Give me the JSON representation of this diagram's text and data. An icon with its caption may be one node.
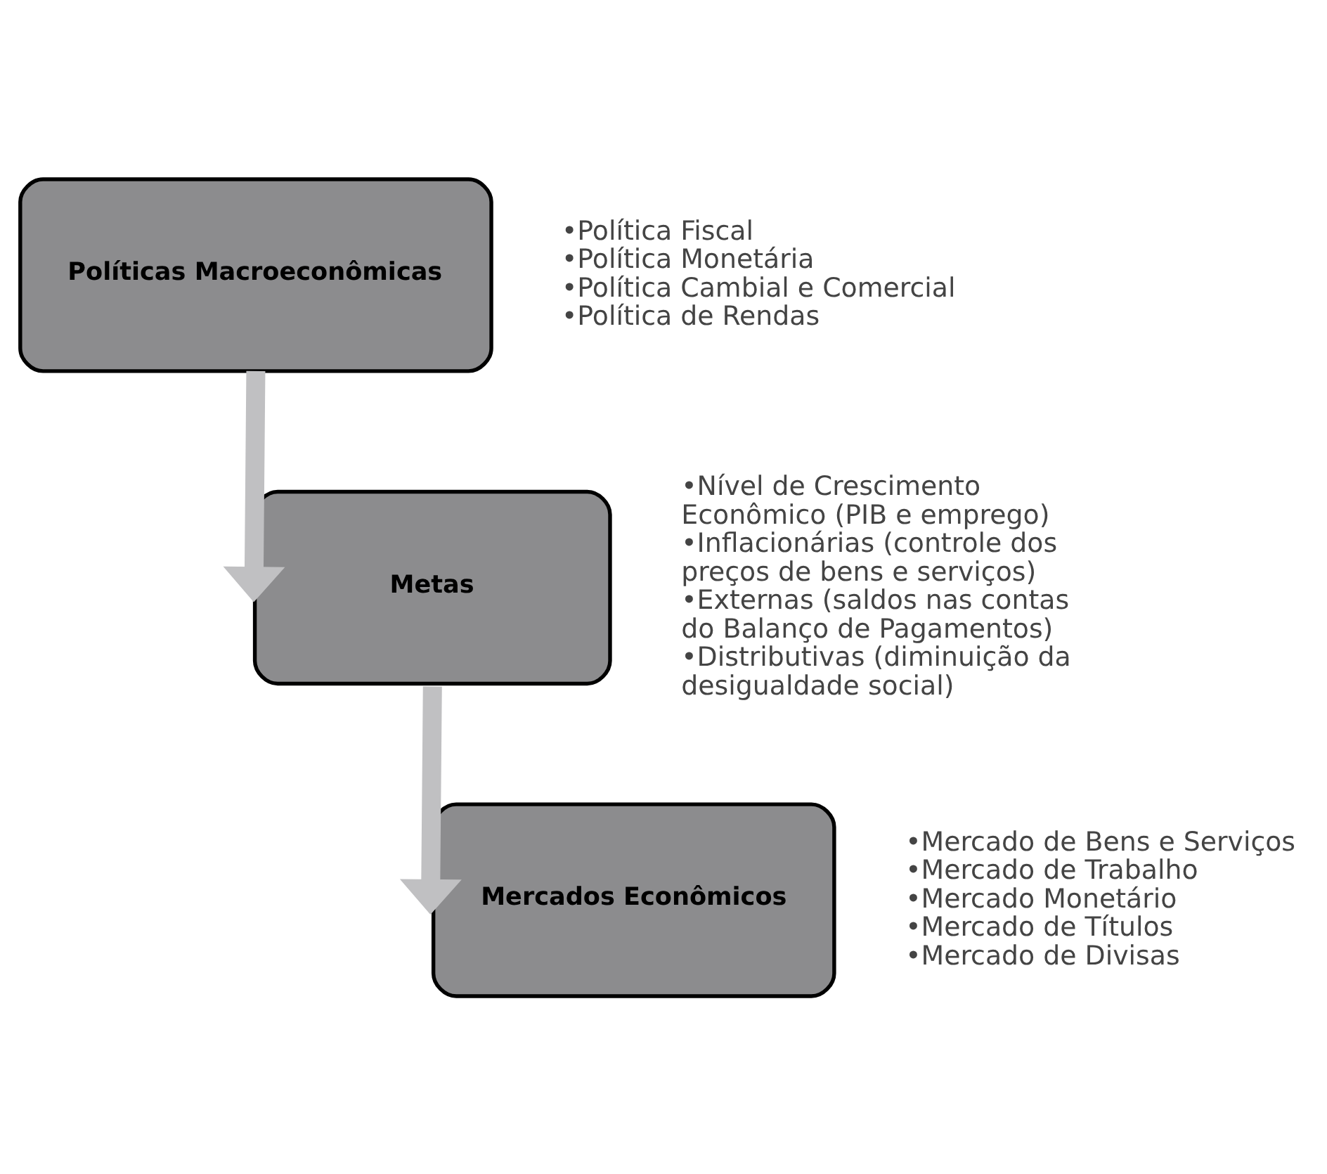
{
  "diagram": {
    "nodes": [
      {
        "text": [
          "Políticas Macroeconômicas"
        ],
        "beside": [
          "•Política Fiscal",
          "•Política Monetária",
          "•Política Cambial e Comercial",
          "•Política de Rendas"
        ]
      },
      {
        "text": [
          "Metas"
        ],
        "beside": [
          "•Nível de Crescimento Econômico (PIB e emprego)",
          "•Inflacionárias (controle dos preços de bens e serviços)",
          "•Externas (saldos nas contas do Balanço de Pagamentos)",
          "•Distributivas (diminuição da desigualdade social)"
        ]
      },
      {
        "text": [
          "Mercados Econômicos"
        ],
        "beside": [
          "•Mercado de Bens e Serviços",
          "•Mercado de Trabalho",
          "•Mercado Monetário",
          "•Mercado de Títulos",
          "•Mercado de Divisas"
        ]
      }
    ],
    "edges": [
      {
        "from": 0,
        "to": 1,
        "arrow": "to"
      },
      {
        "from": 1,
        "to": 2,
        "arrow": "to"
      }
    ]
  }
}
